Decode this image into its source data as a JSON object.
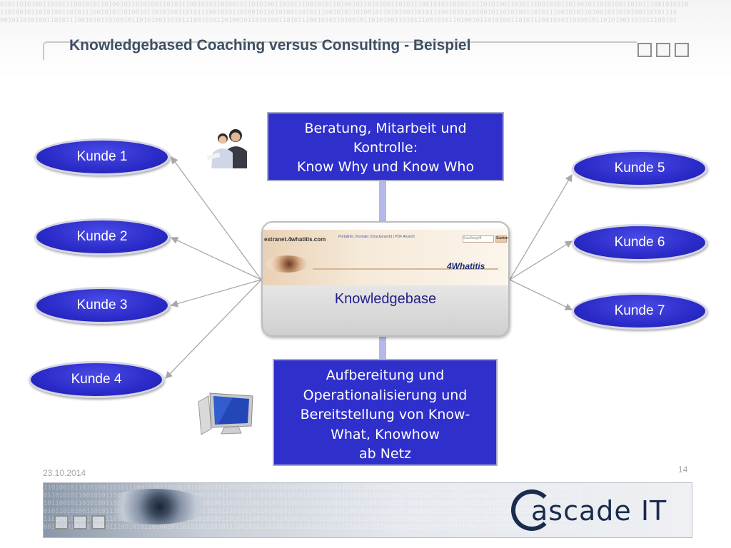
{
  "header": {
    "title": "Knowledgebased Coaching versus Consulting - Beispiel"
  },
  "customers": {
    "k1": "Kunde 1",
    "k2": "Kunde 2",
    "k3": "Kunde 3",
    "k4": "Kunde 4",
    "k5": "Kunde 5",
    "k6": "Kunde 6",
    "k7": "Kunde 7"
  },
  "top_box": {
    "lines": [
      "Beratung, Mitarbeit und",
      "Kontrolle:",
      "Know Why und Know Who"
    ]
  },
  "bottom_box": {
    "lines": [
      "Aufbereitung und",
      "Operationalisierung und",
      "Bereitstellung von Know-",
      "What, Knowhow",
      "ab Netz"
    ]
  },
  "knowledgebase": {
    "label": "Knowledgebase",
    "screenshot_url": "extranet.4whatitis.com",
    "screenshot_nav": "Portalinfo | Kontakt | Druckansicht | PDF Ansicht",
    "screenshot_search": "Suchbegriff",
    "screenshot_button": "Suchen",
    "screenshot_logo": "4Whatitis"
  },
  "footer": {
    "date": "23.10.2014",
    "page": "14",
    "logo_text": "ascade IT"
  },
  "colors": {
    "title": "#3e4f63",
    "customer_fill": "#2b2bc9",
    "box_fill": "#2f2fcc",
    "connector": "#b4b8ea",
    "arrow": "#a8a8a8"
  },
  "icons": {
    "people": "people-icon",
    "computer": "computer-icon"
  }
}
